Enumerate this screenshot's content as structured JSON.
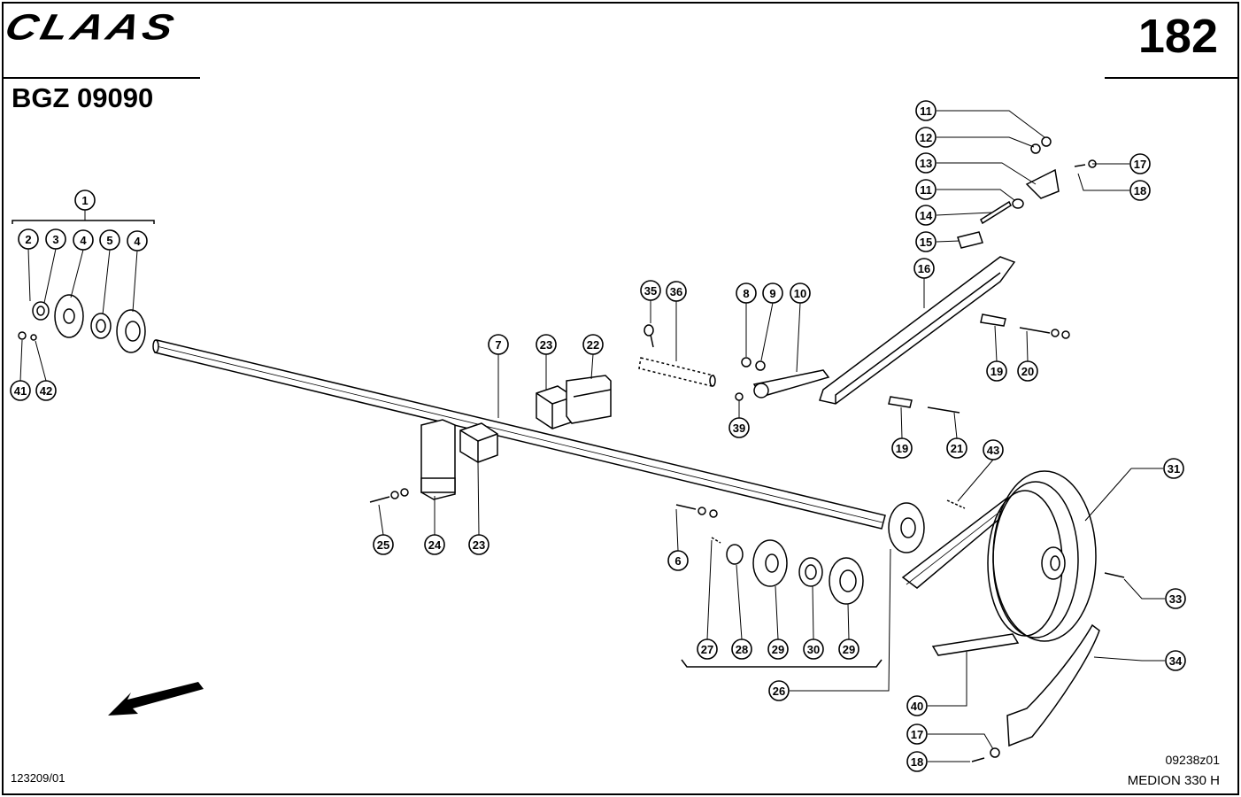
{
  "header": {
    "brand": "CLAAS",
    "page_number": "182",
    "doc_code": "BGZ 09090"
  },
  "footer": {
    "left_code": "123209/01",
    "drawing_ref": "09238z01",
    "model": "MEDION 330 H"
  },
  "callouts": {
    "c1": "1",
    "c2": "2",
    "c3": "3",
    "c4a": "4",
    "c5": "5",
    "c4b": "4",
    "c41": "41",
    "c42": "42",
    "c7": "7",
    "c23a": "23",
    "c22": "22",
    "c23b": "23",
    "c24": "24",
    "c25": "25",
    "c35": "35",
    "c36": "36",
    "c39": "39",
    "c8": "8",
    "c9": "9",
    "c10": "10",
    "c11a": "11",
    "c12": "12",
    "c13": "13",
    "c11b": "11",
    "c14": "14",
    "c15": "15",
    "c16": "16",
    "c17a": "17",
    "c18a": "18",
    "c19a": "19",
    "c20": "20",
    "c19b": "19",
    "c21": "21",
    "c43": "43",
    "c31": "31",
    "c33": "33",
    "c34": "34",
    "c40": "40",
    "c17b": "17",
    "c18b": "18",
    "c6": "6",
    "c27": "27",
    "c28": "28",
    "c29a": "29",
    "c30": "30",
    "c29b": "29",
    "c26": "26"
  }
}
